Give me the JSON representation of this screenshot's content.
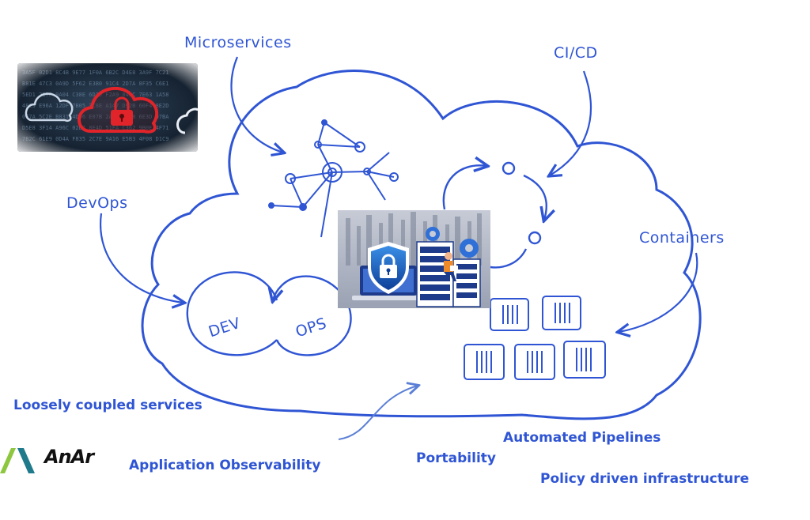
{
  "diagram": {
    "labels": {
      "microservices": "Microservices",
      "cicd": "CI/CD",
      "devops": "DevOps",
      "containers": "Containers",
      "dev": "DEV",
      "ops": "OPS"
    },
    "captions": {
      "loosely_coupled": "Loosely coupled services",
      "observability": "Application Observability",
      "portability": "Portability",
      "automated_pipelines": "Automated Pipelines",
      "policy": "Policy driven infrastructure"
    },
    "brand": {
      "name": "AnAr"
    },
    "colors": {
      "ink": "#2f55d4",
      "brand_green": "#8dc63f",
      "brand_teal": "#1f7a8c",
      "lock_red": "#e0242a"
    }
  }
}
